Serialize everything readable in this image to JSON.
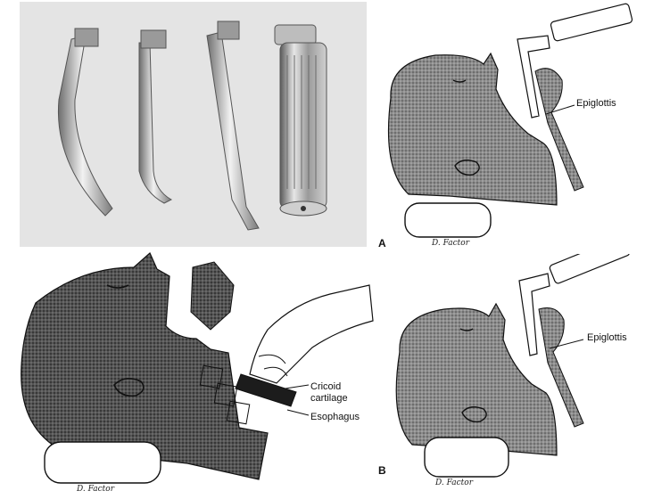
{
  "labels": {
    "epiglottis_a": "Epiglottis",
    "epiglottis_b": "Epiglottis",
    "cricoid": "Cricoid\ncartilage",
    "esophagus": "Esophagus",
    "letter_a": "A",
    "letter_b": "B",
    "signature_a": "D. Factor",
    "signature_b": "D. Factor",
    "signature_c": "D. Factor"
  },
  "colors": {
    "photo_bg": "#e4e4e4",
    "metal_light": "#d8d8d8",
    "metal_dark": "#6e6e6e",
    "head_fill_light": "#8c8c8c",
    "head_fill_dark": "#3c3c3c",
    "line": "#111111"
  }
}
